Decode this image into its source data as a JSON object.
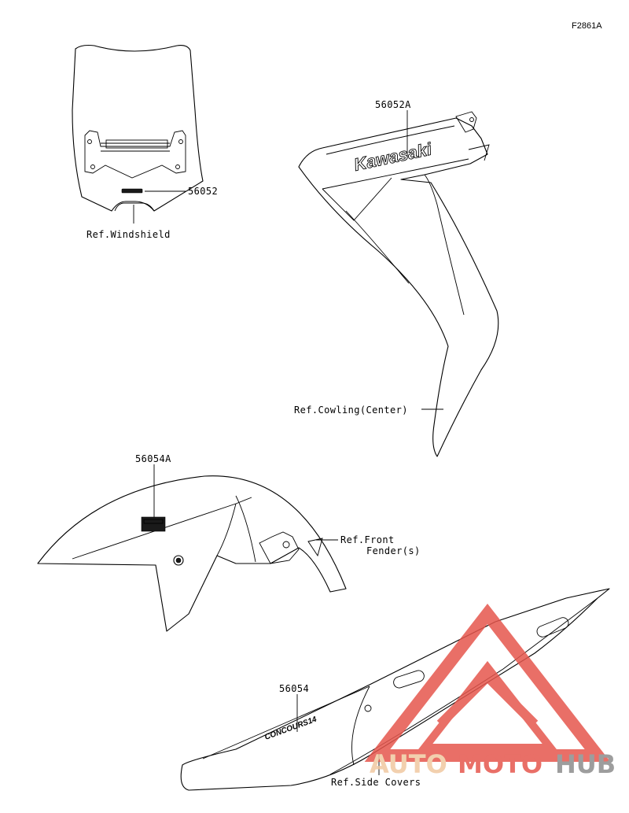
{
  "figure_id": "F2861A",
  "callouts": {
    "windshield_part": "56052",
    "cowling_part": "56052A",
    "fender_part": "56054A",
    "side_cover_part": "56054"
  },
  "references": {
    "windshield": "Ref.Windshield",
    "cowling": "Ref.Cowling(Center)",
    "fender_line1": "Ref.Front",
    "fender_line2": "Fender(s)",
    "side_covers": "Ref.Side Covers"
  },
  "decals": {
    "cowling_logo": "Kawasaki",
    "side_cover_logo": "CONCOURS14"
  },
  "watermark": {
    "part1": "AUTO",
    "part2": "MOTO",
    "part3": "HUB",
    "color_light": "#f0c8a0",
    "color_red": "#e6564d",
    "color_gray": "#8c8c8c"
  }
}
